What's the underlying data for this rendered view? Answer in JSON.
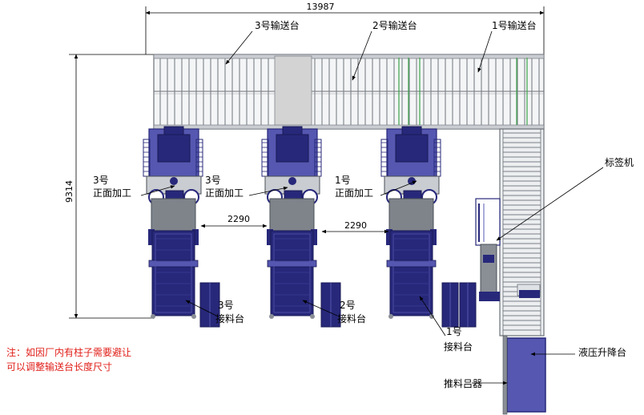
{
  "dimensions": {
    "overall_width": "13987",
    "overall_height": "9314",
    "spacing_a": "2290",
    "spacing_b": "2290"
  },
  "conveyors": [
    {
      "label": "3号输送台"
    },
    {
      "label": "2号输送台"
    },
    {
      "label": "1号输送台"
    }
  ],
  "stations": [
    {
      "process_line1": "3号",
      "process_line2": "正面加工",
      "receiving_line1": "3号",
      "receiving_line2": "接料台"
    },
    {
      "process_line1": "3号",
      "process_line2": "正面加工",
      "receiving_line1": "2号",
      "receiving_line2": "接料台"
    },
    {
      "process_line1": "1号",
      "process_line2": "正面加工",
      "receiving_line1": "1号",
      "receiving_line2": "接料台"
    }
  ],
  "equipment": {
    "labeler": "标签机",
    "hydraulic_lift": "液压升降台",
    "pusher": "推料吕器"
  },
  "note": {
    "line1": "注：如因厂内有柱子需要避让",
    "line2": "可以调整输送台长度尺寸"
  },
  "colors": {
    "machine_blue": "#27287a",
    "machine_blue_light": "#5557b0",
    "frame_gray": "#8a8f96",
    "panel_gray": "#d3d3d3",
    "note_red": "#e0201a"
  }
}
